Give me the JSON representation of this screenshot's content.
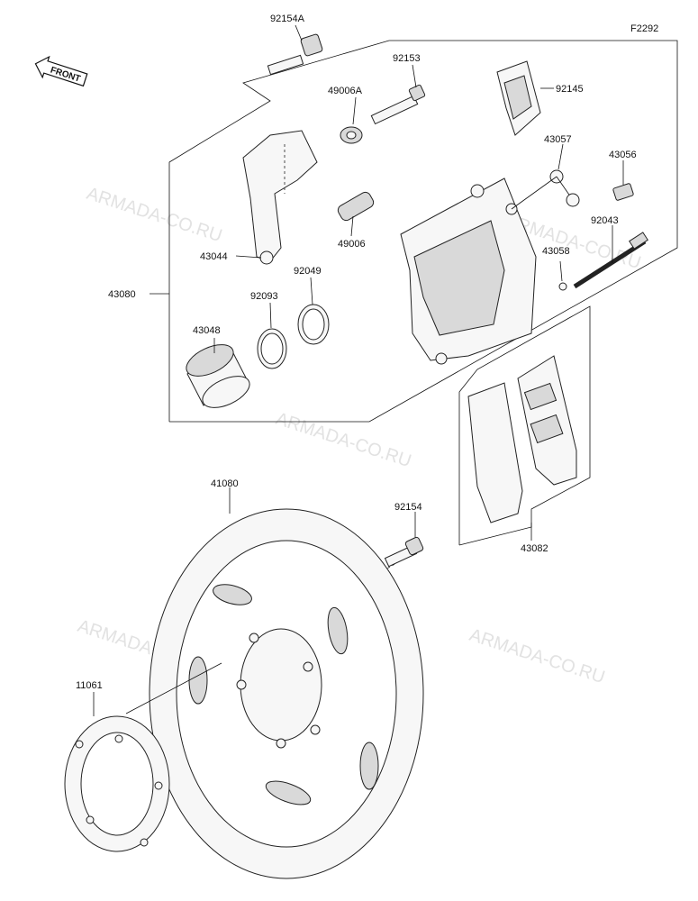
{
  "diagram_code": "F2292",
  "front_badge": "FRONT",
  "watermark": "ARMADA-CO.RU",
  "part_labels": {
    "p92154A": "92154A",
    "p92153": "92153",
    "p49006A": "49006A",
    "p92145": "92145",
    "p43057": "43057",
    "p43056": "43056",
    "p92043": "92043",
    "p43058": "43058",
    "p49006": "49006",
    "p43044": "43044",
    "p92049": "92049",
    "p43080": "43080",
    "p92093": "92093",
    "p43048": "43048",
    "p41080": "41080",
    "p92154": "92154",
    "p43082": "43082",
    "p11061": "11061"
  }
}
